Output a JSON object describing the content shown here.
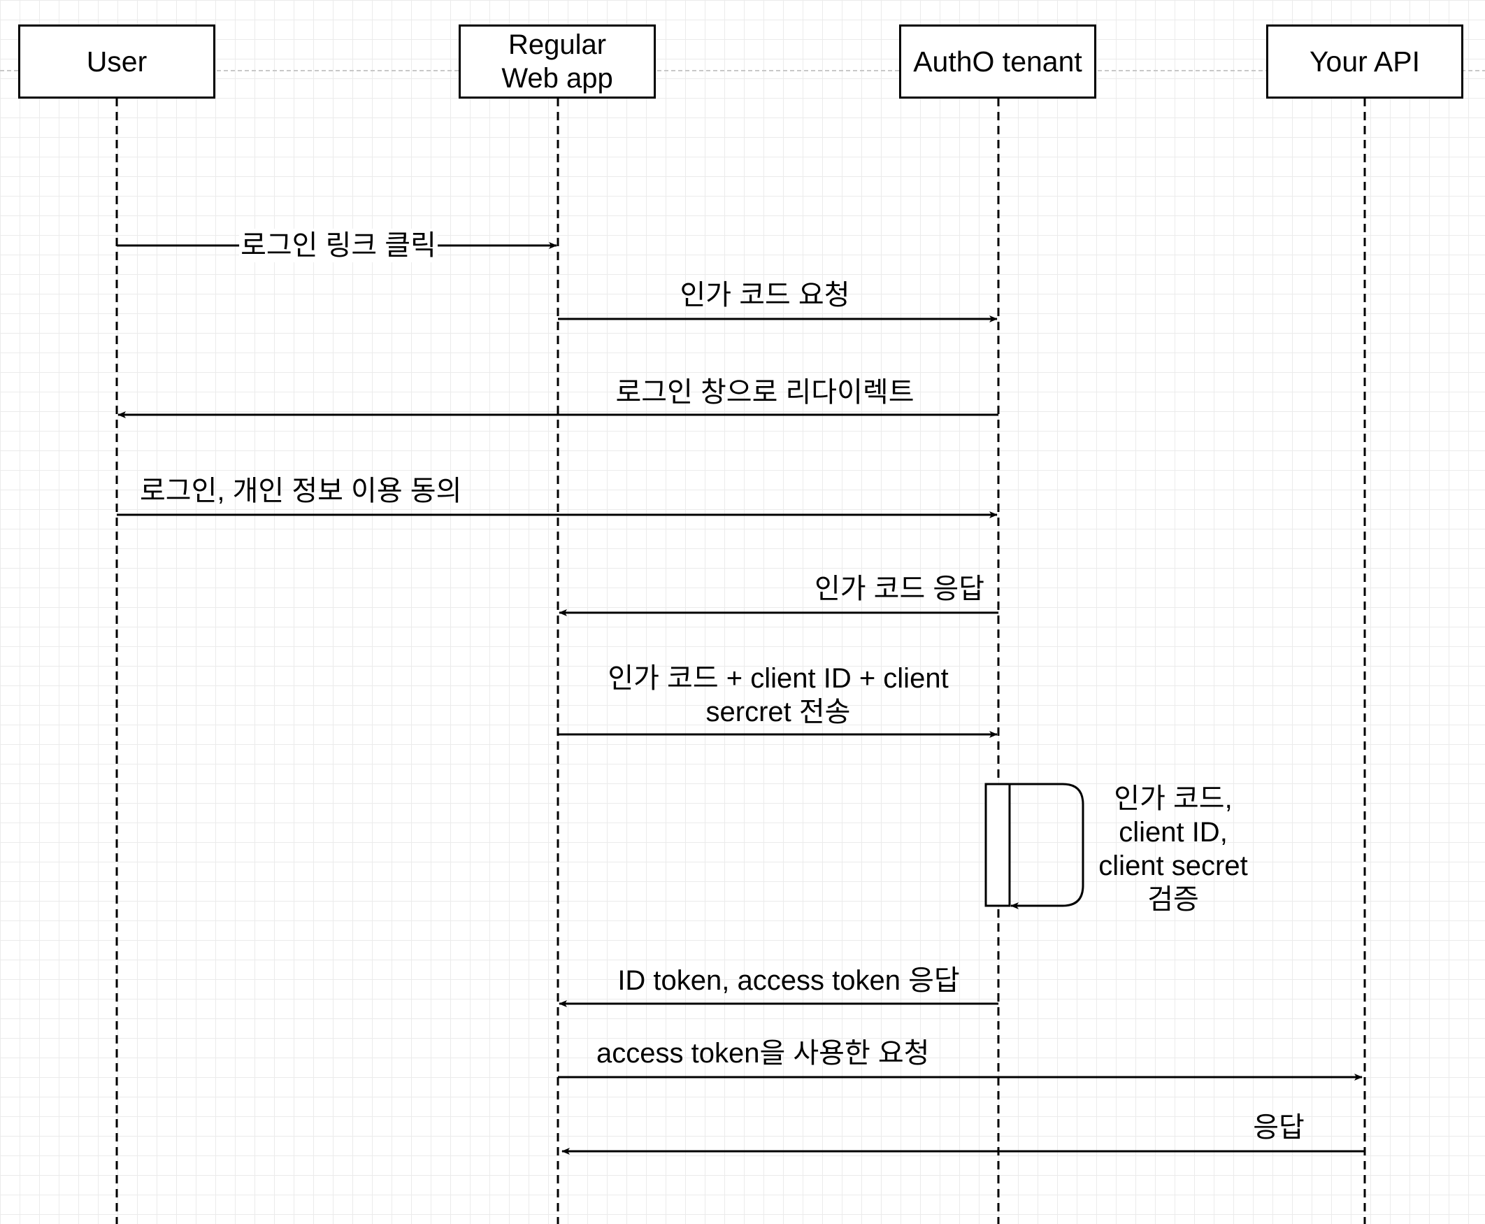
{
  "participants": [
    {
      "id": "user",
      "label": "User"
    },
    {
      "id": "webapp",
      "label": "Regular Web app"
    },
    {
      "id": "tenant",
      "label": "AuthO tenant"
    },
    {
      "id": "api",
      "label": "Your API"
    }
  ],
  "messages": [
    {
      "from": "user",
      "to": "webapp",
      "label": "로그인 링크 클릭"
    },
    {
      "from": "webapp",
      "to": "tenant",
      "label": "인가 코드 요청"
    },
    {
      "from": "tenant",
      "to": "user",
      "label": "로그인 창으로 리다이렉트"
    },
    {
      "from": "user",
      "to": "tenant",
      "label": "로그인, 개인 정보 이용 동의"
    },
    {
      "from": "tenant",
      "to": "webapp",
      "label": "인가 코드 응답"
    },
    {
      "from": "webapp",
      "to": "tenant",
      "label_line1": "인가 코드 + client ID + client",
      "label_line2": "sercret 전송"
    },
    {
      "from": "tenant",
      "to": "tenant",
      "self": true,
      "label_lines": [
        "인가 코드,",
        "client ID,",
        "client secret",
        "검증"
      ]
    },
    {
      "from": "tenant",
      "to": "webapp",
      "label": "ID token, access token 응답"
    },
    {
      "from": "webapp",
      "to": "api",
      "label": "access token을 사용한 요청"
    },
    {
      "from": "api",
      "to": "webapp",
      "label": "응답"
    }
  ],
  "colors": {
    "line": "#000000",
    "grid": "#ebebeb",
    "background": "#ffffff"
  }
}
